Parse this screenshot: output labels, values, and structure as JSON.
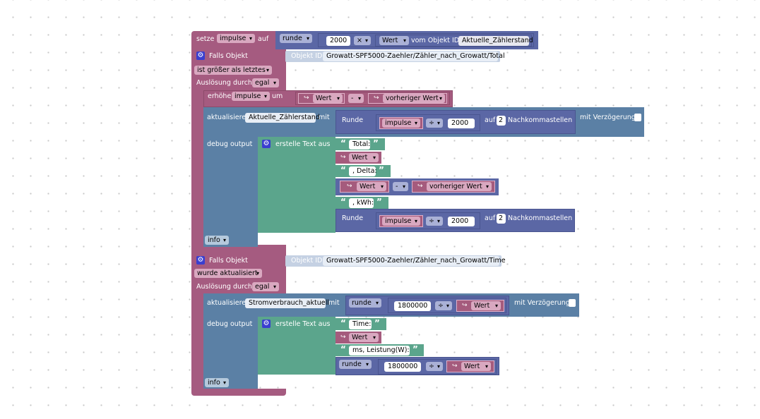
{
  "block1": {
    "setze": "setze",
    "impulse_var": "impulse",
    "auf": "auf",
    "runde_op": "runde",
    "num_2000": "2000",
    "times_op": "×",
    "wert_prop": "Wert",
    "vom_objekt_id": "vom Objekt ID",
    "aktuelle_zaehlerstand": "Aktuelle_Zählerstand"
  },
  "trigger1": {
    "falls_objekt": "Falls Objekt",
    "objekt_id_label": "Objekt ID",
    "objekt_id_value": "Growatt-SPF5000-Zaehler/Zähler_nach_Growatt/Total",
    "condition": "ist größer als letztes",
    "ausloesung_durch": "Auslösung durch",
    "ausloesung_value": "egal",
    "erhoehe": "erhöhe",
    "erhoehe_var": "impulse",
    "um": "um",
    "wert": "Wert",
    "minus_op": "-",
    "vorheriger_wert": "vorheriger Wert",
    "aktualisiere": "aktualisiere",
    "aktualisiere_target": "Aktuelle_Zählerstand",
    "mit": "mit",
    "runde": "Runde",
    "impulse": "impulse",
    "div_op": "÷",
    "num_2000": "2000",
    "auf": "auf",
    "nachkommastellen_num": "2",
    "nachkommastellen": "Nachkommastellen",
    "mit_verzoegerung": "mit Verzögerung",
    "debug_output": "debug output",
    "erstelle_text_aus": "erstelle Text aus",
    "str_total": "Total:",
    "wert2": "Wert",
    "str_delta": ", Delta:",
    "wert3": "Wert",
    "minus_op2": "-",
    "vorheriger_wert2": "vorheriger Wert",
    "str_kwh": ", kWh:",
    "runde2": "Runde",
    "impulse2": "impulse",
    "div_op2": "÷",
    "num_2000b": "2000",
    "auf2": "auf",
    "nachkommastellen_num2": "2",
    "nachkommastellen2": "Nachkommastellen",
    "info": "info"
  },
  "trigger2": {
    "falls_objekt": "Falls Objekt",
    "objekt_id_label": "Objekt ID",
    "objekt_id_value": "Growatt-SPF5000-Zaehler/Zähler_nach_Growatt/Time",
    "condition": "wurde aktualisiert",
    "ausloesung_durch": "Auslösung durch",
    "ausloesung_value": "egal",
    "aktualisiere": "aktualisiere",
    "aktualisiere_target": "Stromverbrauch_aktuell",
    "mit": "mit",
    "runde_op": "runde",
    "num_1800000": "1800000",
    "div_op": "÷",
    "wert": "Wert",
    "mit_verzoegerung": "mit Verzögerung",
    "debug_output": "debug output",
    "erstelle_text_aus": "erstelle Text aus",
    "str_time": "Time:",
    "wert2": "Wert",
    "str_ms": "ms, Leistung(W):",
    "runde_op2": "runde",
    "num_1800000b": "1800000",
    "div_op2": "÷",
    "wert3": "Wert",
    "info": "info"
  }
}
